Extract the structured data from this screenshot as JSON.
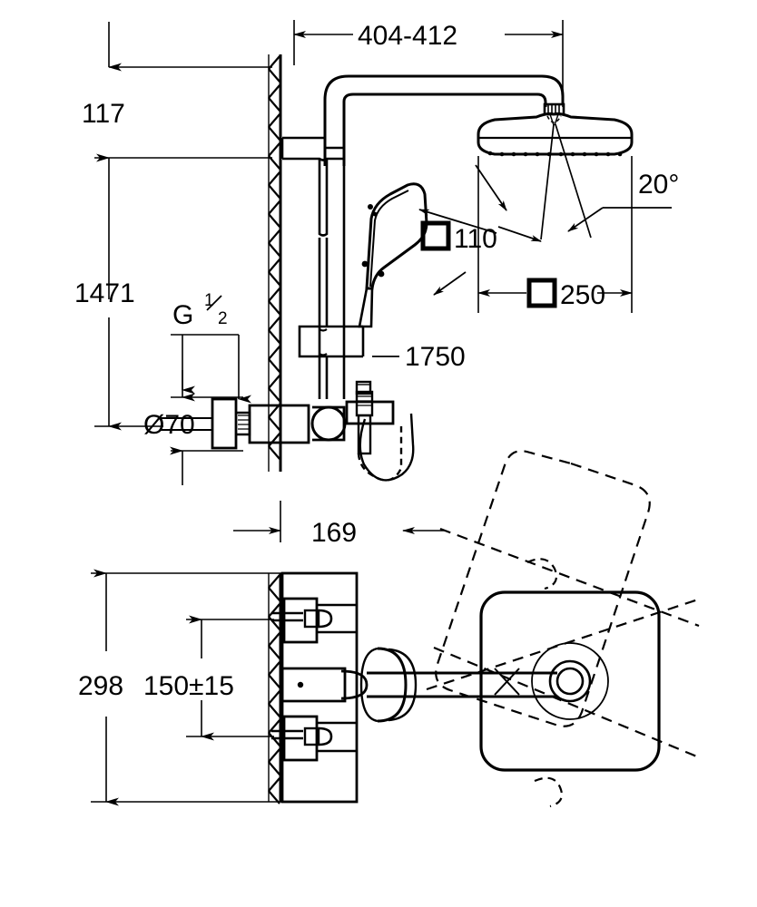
{
  "drawing": {
    "title": "Shower system dimensional drawing",
    "units": "mm",
    "line_color": "#000000",
    "background_color": "#ffffff"
  },
  "elevation_view": {
    "name": "front-elevation",
    "dimensions": {
      "head_projection": "404-412",
      "wall_to_head_top": "117",
      "riser_height": "1471",
      "inlet_thread": "G",
      "inlet_thread_numerator": "1",
      "inlet_thread_denominator": "2",
      "inlet_spacing": "Ø70",
      "hose_length": "1750",
      "mixer_projection": "169",
      "hand_shower_size": "□110",
      "head_shower_size": "□250",
      "spray_angle": "20°"
    }
  },
  "plan_view": {
    "name": "plan-section",
    "dimensions": {
      "body_width": "298",
      "inlet_centres": "150±15"
    }
  },
  "labels": [
    {
      "id": "dim-404-412",
      "text": "404-412"
    },
    {
      "id": "dim-117",
      "text": "117"
    },
    {
      "id": "dim-1471",
      "text": "1471"
    },
    {
      "id": "dim-g-half",
      "text": "G"
    },
    {
      "id": "dim-g-num",
      "text": "1"
    },
    {
      "id": "dim-g-den",
      "text": "2"
    },
    {
      "id": "dim-d70",
      "text": "Ø70"
    },
    {
      "id": "dim-1750",
      "text": "1750"
    },
    {
      "id": "dim-169",
      "text": "169"
    },
    {
      "id": "dim-110",
      "text": "110"
    },
    {
      "id": "dim-250",
      "text": "250"
    },
    {
      "id": "dim-20deg",
      "text": "20°"
    },
    {
      "id": "dim-298",
      "text": "298"
    },
    {
      "id": "dim-150pm15",
      "text": "150±15"
    }
  ]
}
